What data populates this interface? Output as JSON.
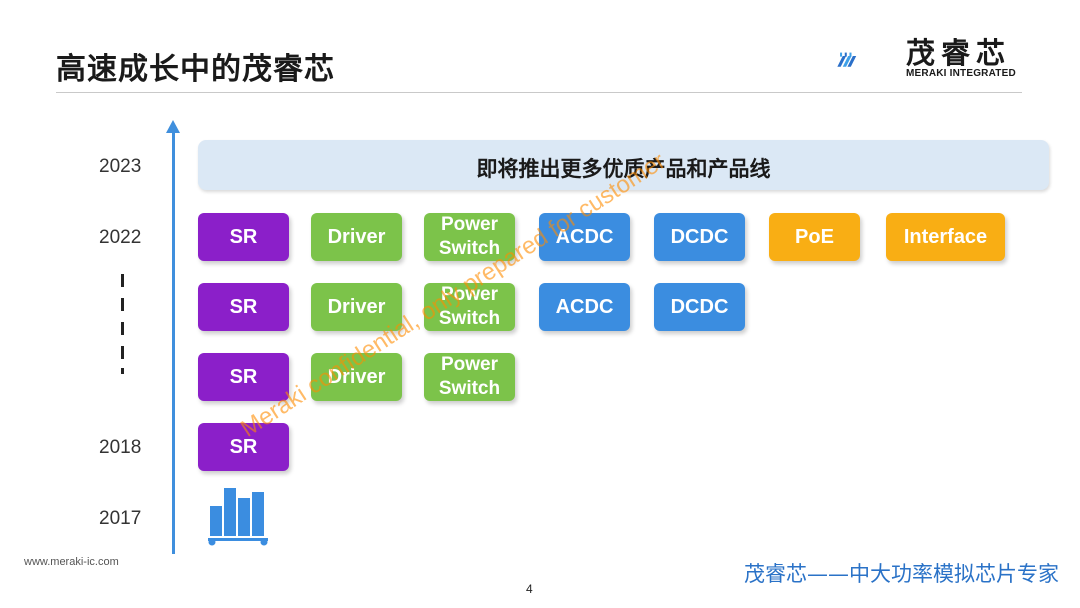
{
  "slide": {
    "title": "高速成长中的茂睿芯",
    "page_number": "4",
    "website": "www.meraki-ic.com",
    "slogan": "茂睿芯——中大功率模拟芯片专家",
    "watermark": "Meraki confidential, only prepared for customer"
  },
  "logo": {
    "name_cn": "茂睿芯",
    "name_en": "MERAKI INTEGRATED",
    "icon": "meraki-logo-icon"
  },
  "timeline": {
    "years": [
      "2023",
      "2022",
      "2018",
      "2017"
    ],
    "banner_2023": "即将推出更多优质产品和产品线",
    "start_icon": "factory-icon",
    "rows": [
      {
        "year": "2022",
        "products": [
          "SR",
          "Driver",
          "Power Switch",
          "ACDC",
          "DCDC",
          "PoE",
          "Interface"
        ]
      },
      {
        "year": "",
        "products": [
          "SR",
          "Driver",
          "Power Switch",
          "ACDC",
          "DCDC"
        ]
      },
      {
        "year": "",
        "products": [
          "SR",
          "Driver",
          "Power Switch"
        ]
      },
      {
        "year": "2018",
        "products": [
          "SR"
        ]
      }
    ]
  },
  "colors": {
    "axis": "#3f8fdd",
    "SR": "#8b1fc9",
    "Driver": "#7cc34a",
    "Power Switch": "#7cc34a",
    "ACDC": "#3b8de0",
    "DCDC": "#3b8de0",
    "PoE": "#f9ae14",
    "Interface": "#f9ae14",
    "banner": "#dbe8f5",
    "slogan": "#2a72c7"
  }
}
